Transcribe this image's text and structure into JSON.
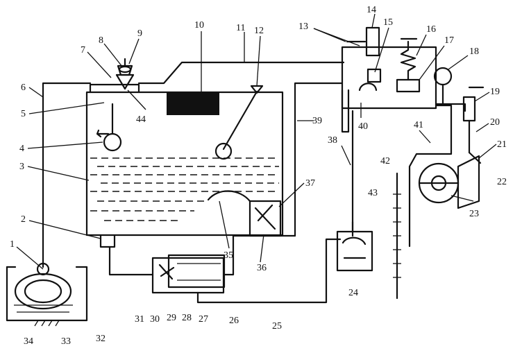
{
  "labels": {
    "l1": "1",
    "l2": "2",
    "l3": "3",
    "l4": "4",
    "l5": "5",
    "l6": "6",
    "l7": "7",
    "l8": "8",
    "l9": "9",
    "l10": "10",
    "l11": "11",
    "l12": "12",
    "l13": "13",
    "l14": "14",
    "l15": "15",
    "l16": "16",
    "l17": "17",
    "l18": "18",
    "l19": "19",
    "l20": "20",
    "l21": "21",
    "l22": "22",
    "l23": "23",
    "l24": "24",
    "l25": "25",
    "l26": "26",
    "l27": "27",
    "l28": "28",
    "l29": "29",
    "l30": "30",
    "l31": "31",
    "l32": "32",
    "l33": "33",
    "l34": "34",
    "l35": "35",
    "l36": "36",
    "l37": "37",
    "l38": "38",
    "l39": "39",
    "l40": "40",
    "l41": "41",
    "l42": "42",
    "l43": "43",
    "l44": "44"
  }
}
